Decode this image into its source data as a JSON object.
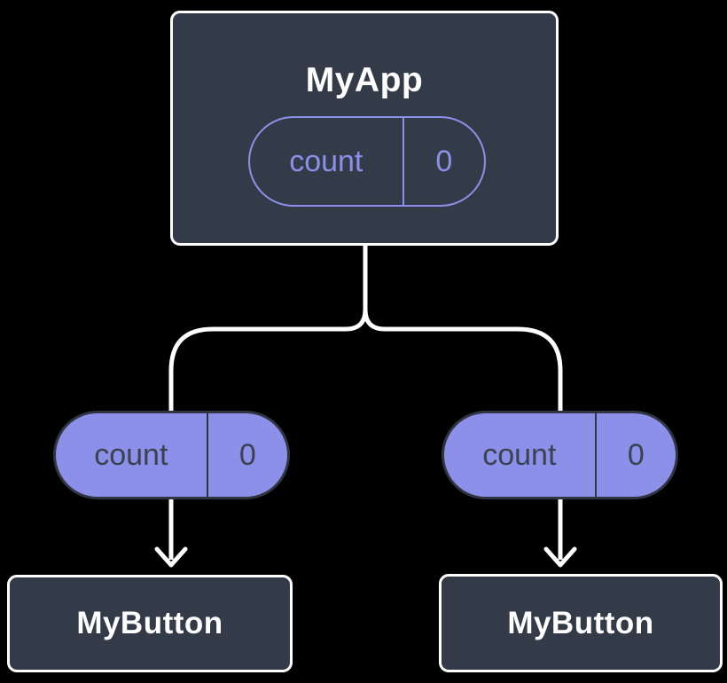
{
  "diagram": {
    "description": "React component tree passing state down as props",
    "root": {
      "title": "MyApp",
      "state_pill": {
        "name": "count",
        "value": "0"
      }
    },
    "children": [
      {
        "prop_pill": {
          "name": "count",
          "value": "0"
        },
        "label": "MyButton"
      },
      {
        "prop_pill": {
          "name": "count",
          "value": "0"
        },
        "label": "MyButton"
      }
    ],
    "colors": {
      "background": "#000000",
      "box_fill": "#343B48",
      "box_border": "#FFFFFF",
      "accent_purple": "#8C90E9",
      "pill_dark_border": "#2F3541",
      "pill_dark_text": "#3B4150",
      "connector": "#FFFFFF",
      "title_text": "#FFFFFF"
    }
  }
}
